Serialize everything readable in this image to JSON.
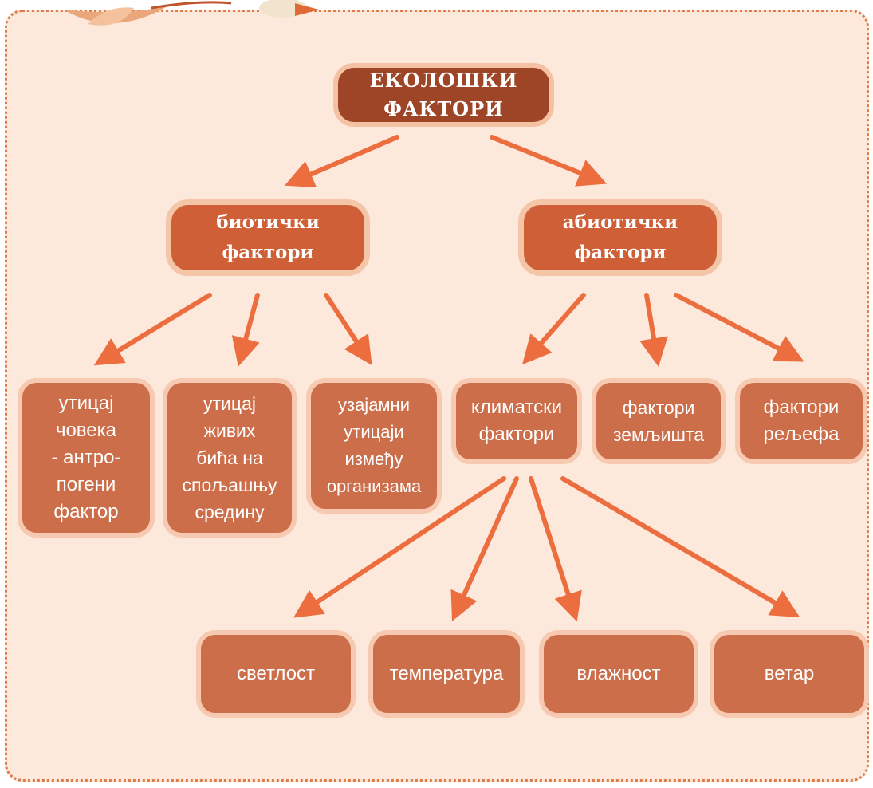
{
  "colors": {
    "background": "#fde8dc",
    "border_dots": "#e07b45",
    "root_fill": "#9e4527",
    "category_fill": "#cf5f36",
    "leaf_fill": "#cc6e4a",
    "arrow": "#ec6d3e",
    "text": "#ffffff"
  },
  "diagram": {
    "root": {
      "label": "ЕКОЛОШКИ\nФАКТОРИ"
    },
    "biotic": {
      "label": "биотички\nфактори",
      "children": [
        "утицај\nчовека\n- антро-\nпогени\nфактор",
        "утицај\nживих\nбића на\nспољашњу\nсредину",
        "узајамни\nутицаји\nизмеђу\nорганизама"
      ]
    },
    "abiotic": {
      "label": "абиотички\nфактори",
      "children": [
        "климатски\nфактори",
        "фактори\nземљишта",
        "фактори\nрељефа"
      ]
    },
    "climatic": {
      "children": [
        "светлост",
        "температура",
        "влажност",
        "ветар"
      ]
    }
  }
}
